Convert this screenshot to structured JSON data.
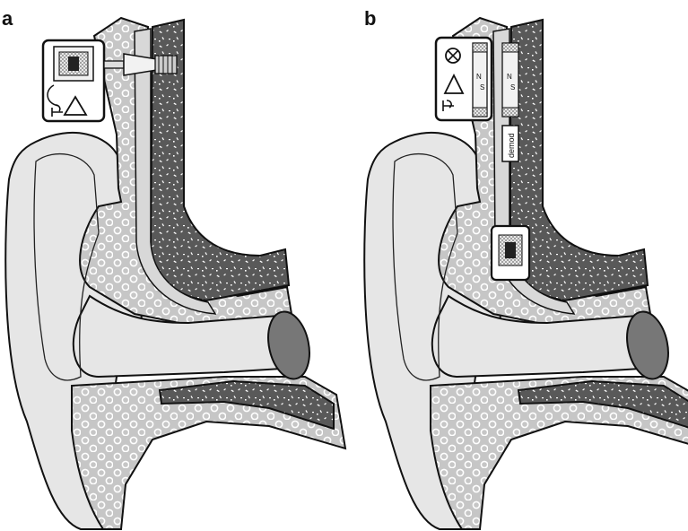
{
  "panels": [
    {
      "letter": "a"
    },
    {
      "letter": "b"
    }
  ],
  "labels": {
    "magnet_n": "N",
    "magnet_s": "S",
    "demod": "demod"
  },
  "colors": {
    "skin": "#e6e6e6",
    "outline": "#111111",
    "bone_light": "#c8c8c8",
    "bone_dark": "#5c5c5c",
    "eardrum": "#777777",
    "device_fill": "#f2f2f2"
  }
}
